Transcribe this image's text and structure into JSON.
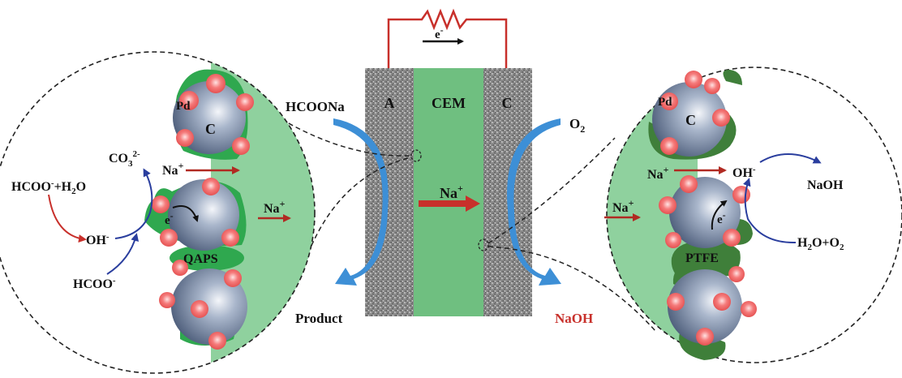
{
  "colors": {
    "circuit": "#c8302b",
    "membrane": "#6fbf80",
    "electrode": "#8c8c8c",
    "flow_arrow": "#3d8fd6",
    "ion_arrow": "#b12a22",
    "reaction_arrow": "#2a3e9e",
    "red_reaction_arrow": "#c8302b",
    "particle": "#6e7f99",
    "pd": "#f26a6a",
    "ionomer_left": "#2fa84f",
    "ionomer_right": "#3f7f3a",
    "zone_fill": "#8fd19e",
    "product_naoh": "#c8302b"
  },
  "circuit": {
    "electron_label": "e",
    "electron_charge": "-"
  },
  "cell": {
    "anode_label": "A",
    "membrane_label": "CEM",
    "cathode_label": "C",
    "inlet_anode": "HCOONa",
    "outlet_anode": "Product",
    "inlet_cathode_base": "O",
    "inlet_cathode_sub": "2",
    "outlet_cathode": "NaOH",
    "na_label": "Na",
    "na_charge": "+"
  },
  "anode_zoom": {
    "pd_label": "Pd",
    "carbon_label": "C",
    "ionomer_label": "QAPS",
    "electron_label": "e",
    "electron_charge": "-",
    "na_label": "Na",
    "na_charge": "+",
    "carbonate_base": "CO",
    "carbonate_sub": "3",
    "carbonate_charge": "2-",
    "reactant_formate": "HCOO",
    "reactant_charge": "-",
    "reactant_water": "+H",
    "water_sub": "2",
    "water_o": "O",
    "hydroxide": "OH",
    "hydroxide_charge": "-",
    "formate": "HCOO",
    "formate_charge": "-"
  },
  "cathode_zoom": {
    "pd_label": "Pd",
    "carbon_label": "C",
    "ionomer_label": "PTFE",
    "electron_label": "e",
    "electron_charge": "-",
    "na_label": "Na",
    "na_charge": "+",
    "hydroxide": "OH",
    "hydroxide_charge": "-",
    "product": "NaOH",
    "reactant_h": "H",
    "reactant_sub1": "2",
    "reactant_mid": "O+O",
    "reactant_sub2": "2"
  }
}
